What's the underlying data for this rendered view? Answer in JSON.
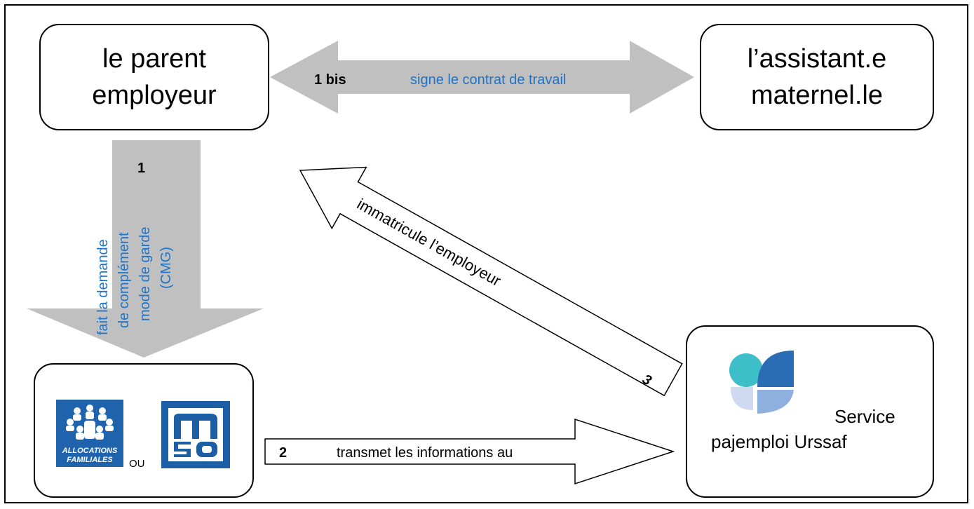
{
  "parent_box": {
    "line1": "le parent",
    "line2": "employeur"
  },
  "assistant_box": {
    "line1": "l’assistant.e",
    "line2": "maternel.le"
  },
  "step_1bis": {
    "number": "1 bis",
    "label": "signe le contrat de travail"
  },
  "step_1": {
    "number": "1",
    "label_lines": [
      "fait la demande",
      "de complément",
      "mode de garde",
      "(CMG)"
    ]
  },
  "step_2": {
    "number": "2",
    "label": "transmet les informations au"
  },
  "step_3": {
    "number": "3",
    "label": "immatricule l’employeur"
  },
  "caf_box": {
    "caf_logo_text": [
      "ALLOCATIONS",
      "FAMILIALES"
    ],
    "separator": "OU",
    "msa_logo_text": "msa"
  },
  "urssaf_box": {
    "line1": "Service",
    "line2": "pajemploi Urssaf"
  },
  "colors": {
    "arrow_gray": "#c0c0c0",
    "label_blue": "#1f74c7",
    "caf_blue": "#1f63ad",
    "msa_blue": "#1d5fa4"
  }
}
